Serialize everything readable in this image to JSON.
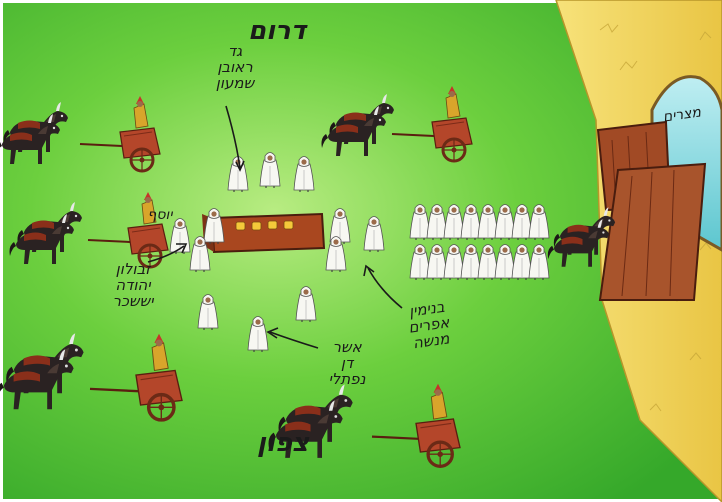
{
  "title": "",
  "directions": {
    "south": "דרום",
    "north": "צפון"
  },
  "gate_sign": "מצרים",
  "coffin_text": "יוסף",
  "tribe_groups": {
    "south": [
      "גד",
      "ראובן",
      "שמעון"
    ],
    "west": [
      "זבולון",
      "יהודה",
      "יששכר"
    ],
    "east": [
      "בנימין",
      "אפרים",
      "מנשה"
    ],
    "north": [
      "אשר",
      "דן",
      "נפתלי"
    ]
  },
  "colors": {
    "field": "#4cbf2c",
    "field_light": "#9fe06a",
    "wall": "#f2d65a",
    "door": "#a14a25",
    "chariot": "#b4462a",
    "horse": "#2a2222",
    "robe": "#f4f4f0"
  }
}
